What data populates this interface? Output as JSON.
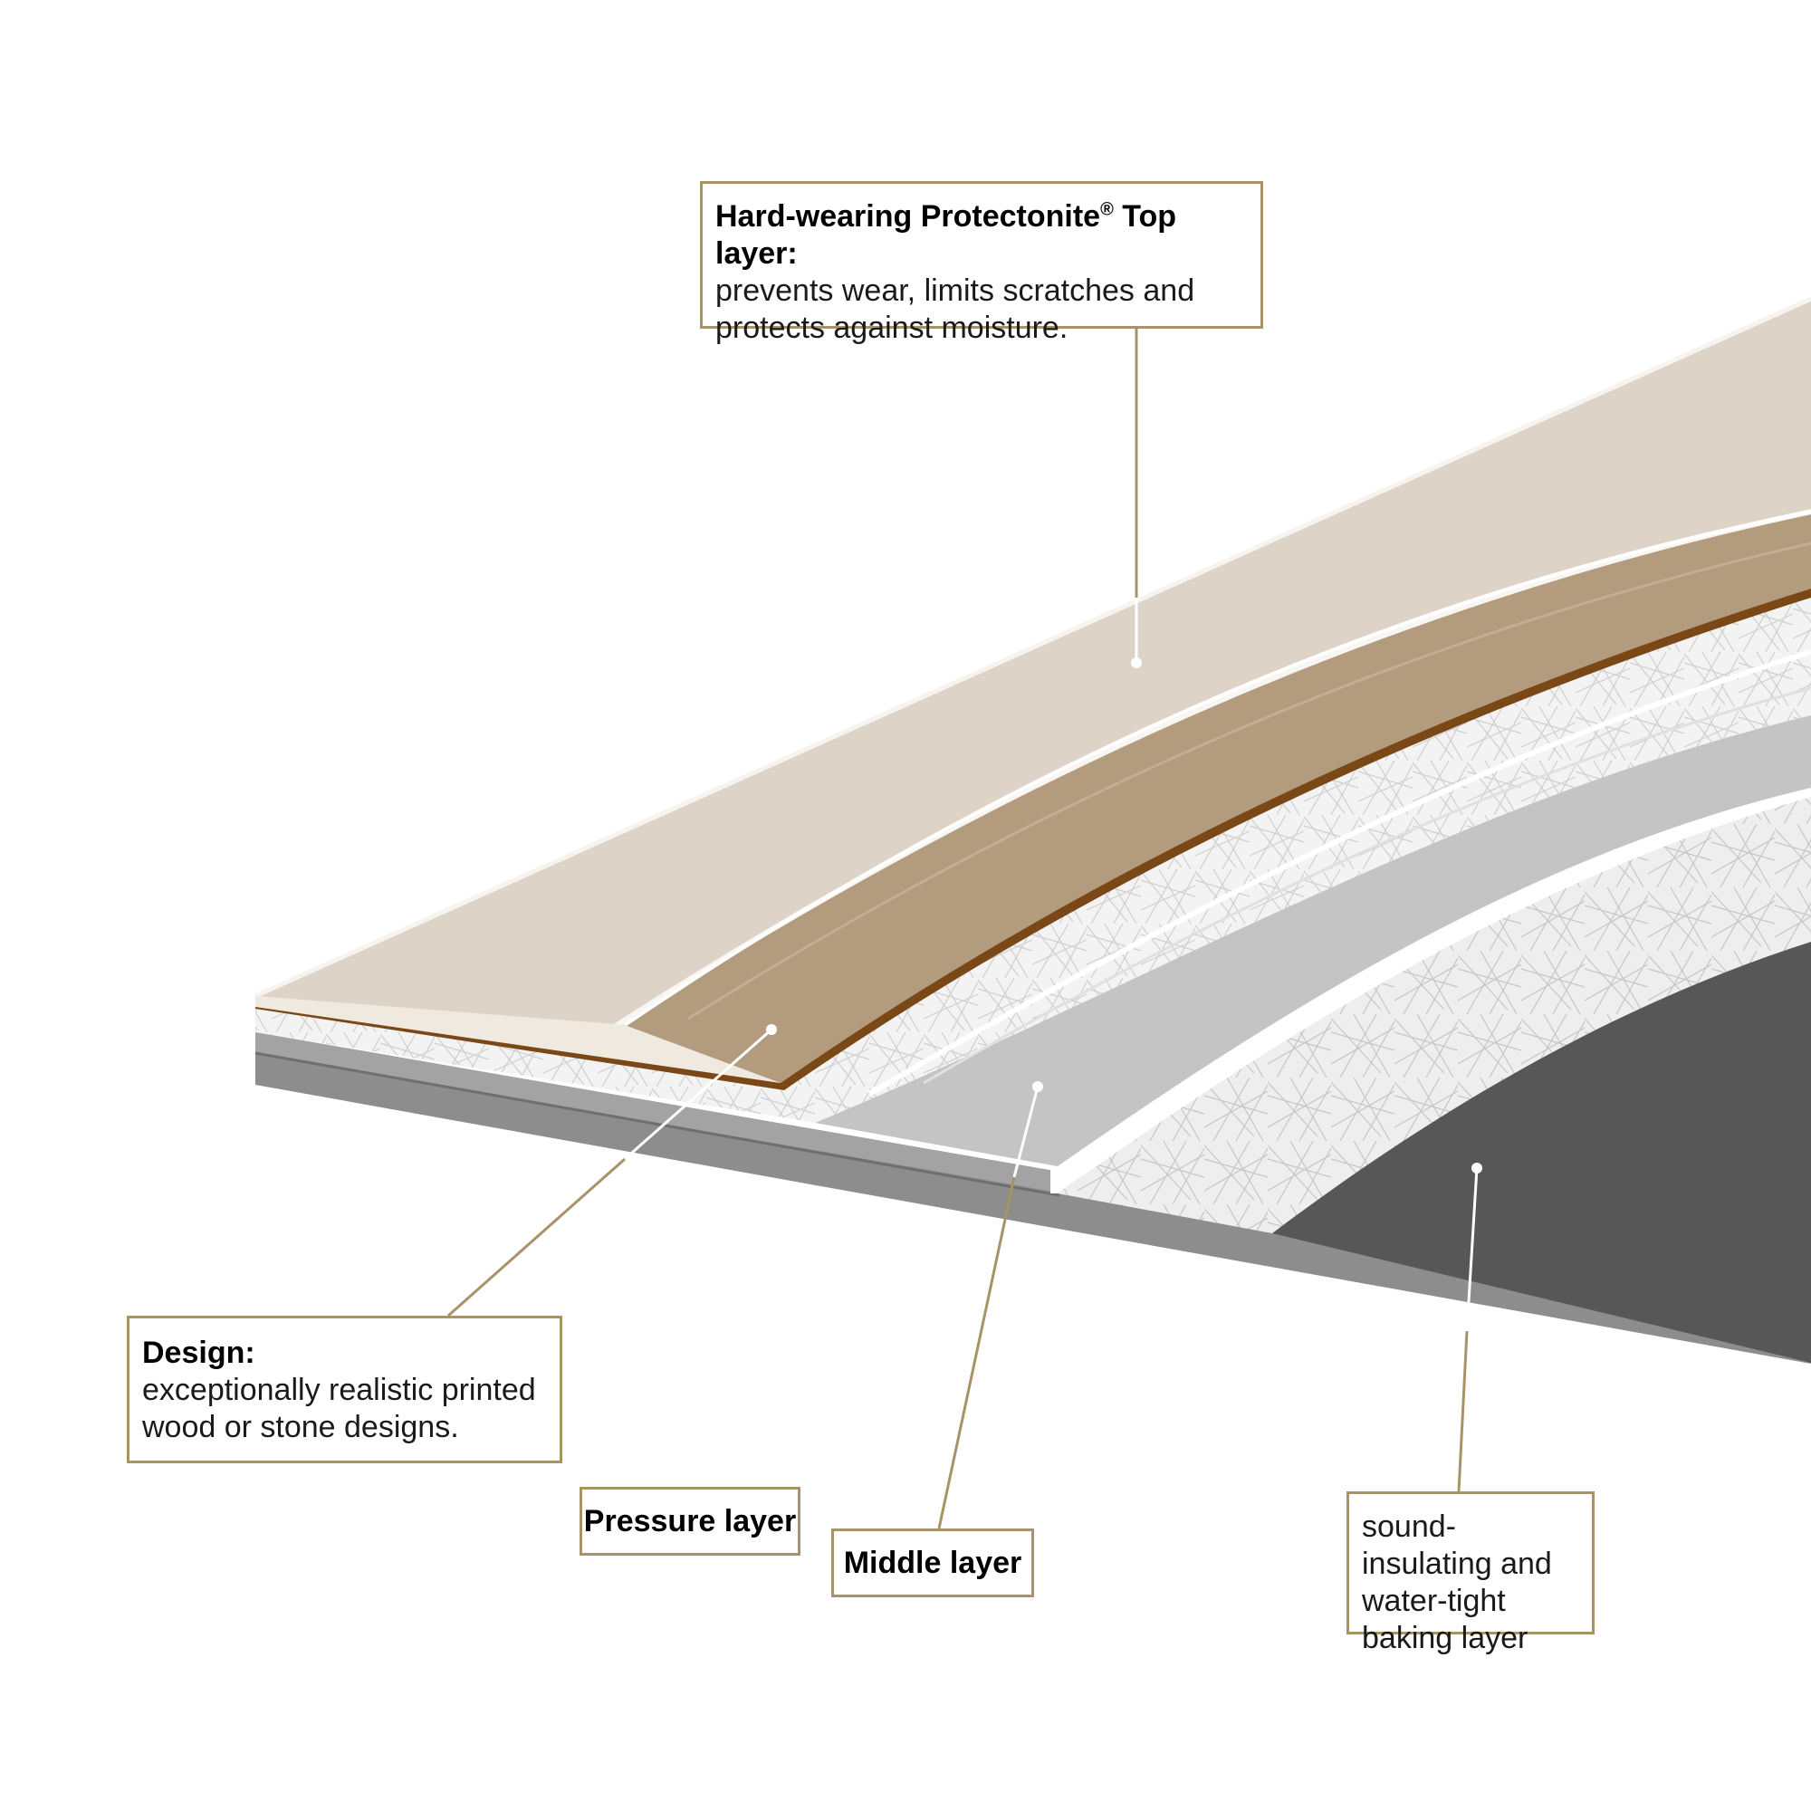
{
  "callouts": {
    "top_layer": {
      "title": "Hard-wearing Protectonite",
      "title_mark": "®",
      "title_suffix": " Top layer:",
      "description": "prevents wear, limits scratches and protects against moisture."
    },
    "design": {
      "title": "Design:",
      "description": "exceptionally realistic printed wood or stone designs."
    },
    "pressure": {
      "title": "Pressure layer"
    },
    "middle": {
      "title": "Middle layer"
    },
    "backing": {
      "description": "sound-insulating and water-tight baking layer"
    }
  },
  "colors": {
    "leader_line": "#a89366",
    "box_border": "#a89366",
    "top_layer": "#ddd3c6",
    "design_layer": "#b29a7c",
    "design_edge": "#7a4716",
    "fiber_layer": "#f1f1f1",
    "middle_layer": "#c3c3c3",
    "base_layer": "#8d8d8d",
    "backing_layer": "#575757"
  }
}
